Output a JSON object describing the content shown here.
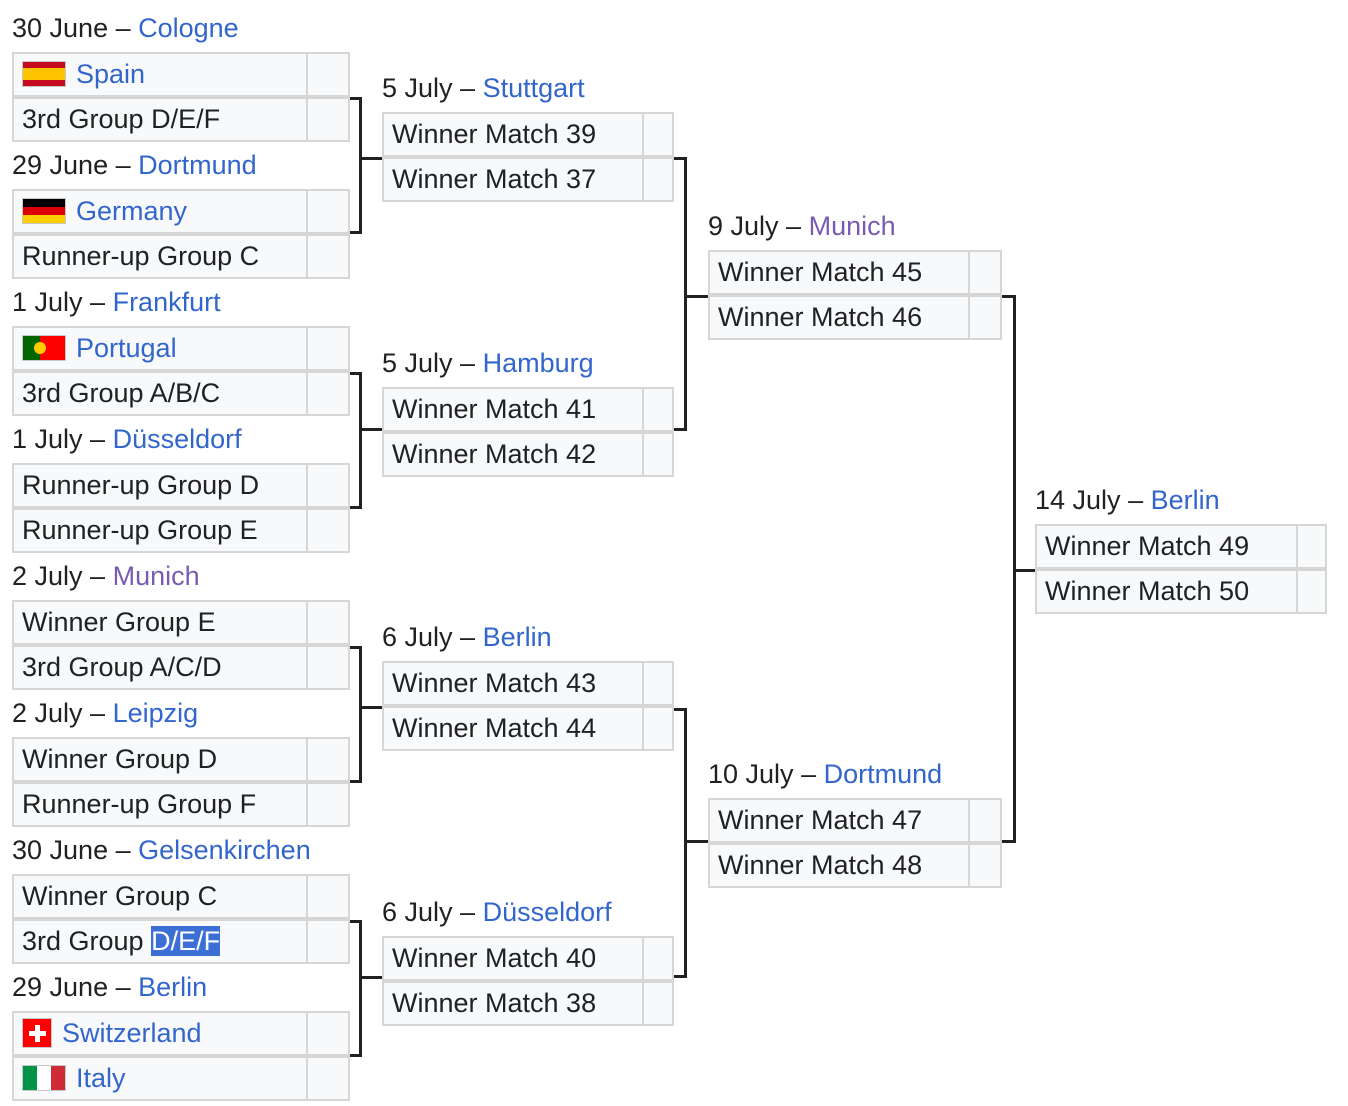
{
  "round_of_16": [
    {
      "date": "30 June",
      "city": "Cologne",
      "teams": [
        {
          "name": "Spain",
          "flag": "spain-flag-icon",
          "link": true
        },
        {
          "name": "3rd Group D/E/F"
        }
      ]
    },
    {
      "date": "29 June",
      "city": "Dortmund",
      "teams": [
        {
          "name": "Germany",
          "flag": "germany-flag-icon",
          "link": true
        },
        {
          "name": "Runner-up Group C"
        }
      ]
    },
    {
      "date": "1 July",
      "city": "Frankfurt",
      "teams": [
        {
          "name": "Portugal",
          "flag": "portugal-flag-icon",
          "link": true
        },
        {
          "name": "3rd Group A/B/C"
        }
      ]
    },
    {
      "date": "1 July",
      "city": "Düsseldorf",
      "teams": [
        {
          "name": "Runner-up Group D"
        },
        {
          "name": "Runner-up Group E"
        }
      ]
    },
    {
      "date": "2 July",
      "city": "Munich",
      "teams": [
        {
          "name": "Winner Group E"
        },
        {
          "name": "3rd Group A/C/D"
        }
      ]
    },
    {
      "date": "2 July",
      "city": "Leipzig",
      "teams": [
        {
          "name": "Winner Group D"
        },
        {
          "name": "Runner-up Group F"
        }
      ]
    },
    {
      "date": "30 June",
      "city": "Gelsenkirchen",
      "teams": [
        {
          "name": "Winner Group C"
        },
        {
          "name_prefix": "3rd Group ",
          "name_selected": "D/E/F"
        }
      ]
    },
    {
      "date": "29 June",
      "city": "Berlin",
      "teams": [
        {
          "name": "Switzerland",
          "flag": "switzerland-flag-icon",
          "link": true
        },
        {
          "name": "Italy",
          "flag": "italy-flag-icon",
          "link": true
        }
      ]
    }
  ],
  "quarterfinals": [
    {
      "date": "5 July",
      "city": "Stuttgart",
      "teams": [
        {
          "name": "Winner Match 39"
        },
        {
          "name": "Winner Match 37"
        }
      ]
    },
    {
      "date": "5 July",
      "city": "Hamburg",
      "teams": [
        {
          "name": "Winner Match 41"
        },
        {
          "name": "Winner Match 42"
        }
      ]
    },
    {
      "date": "6 July",
      "city": "Berlin",
      "teams": [
        {
          "name": "Winner Match 43"
        },
        {
          "name": "Winner Match 44"
        }
      ]
    },
    {
      "date": "6 July",
      "city": "Düsseldorf",
      "teams": [
        {
          "name": "Winner Match 40"
        },
        {
          "name": "Winner Match 38"
        }
      ]
    }
  ],
  "semifinals": [
    {
      "date": "9 July",
      "city": "Munich",
      "teams": [
        {
          "name": "Winner Match 45"
        },
        {
          "name": "Winner Match 46"
        }
      ]
    },
    {
      "date": "10 July",
      "city": "Dortmund",
      "teams": [
        {
          "name": "Winner Match 47"
        },
        {
          "name": "Winner Match 48"
        }
      ]
    }
  ],
  "final": [
    {
      "date": "14 July",
      "city": "Berlin",
      "teams": [
        {
          "name": "Winner Match 49"
        },
        {
          "name": "Winner Match 50"
        }
      ]
    }
  ],
  "colors": {
    "link": "#3366cc",
    "visited_link": "#795cb2",
    "selection": "#3b6fd6",
    "box_bg": "#f8f9fa",
    "box_border": "#d6d6d6",
    "line": "#202122"
  }
}
